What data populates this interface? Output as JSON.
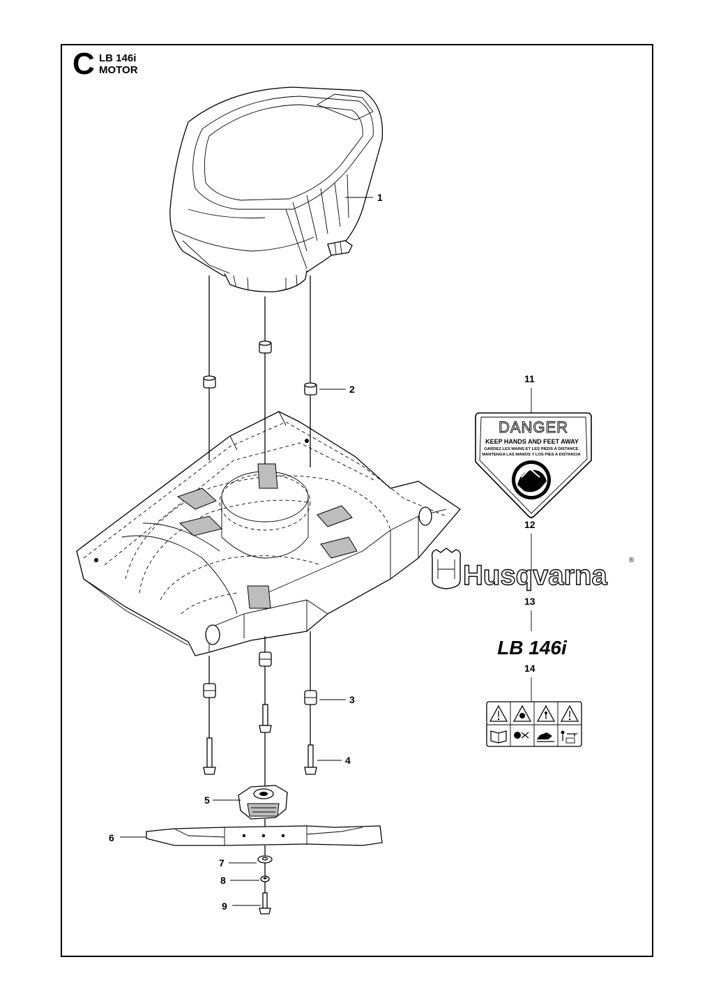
{
  "header": {
    "section_letter": "C",
    "model": "LB 146i",
    "section": "MOTOR"
  },
  "callouts": [
    "1",
    "2",
    "3",
    "4",
    "5",
    "6",
    "7",
    "8",
    "9",
    "11",
    "12",
    "13",
    "14"
  ],
  "decals": {
    "danger_title": "DANGER",
    "danger_line1": "KEEP HANDS AND FEET AWAY",
    "danger_line2": "GARDEZ LES MAINS ET LES PIEDS À DISTANCE",
    "danger_line3": "MANTENGA LAS MANOS Y LOS PIES A DISTANCIA",
    "brand": "Husqvarna",
    "brand_mark": "®",
    "model_decal": "LB 146i"
  }
}
